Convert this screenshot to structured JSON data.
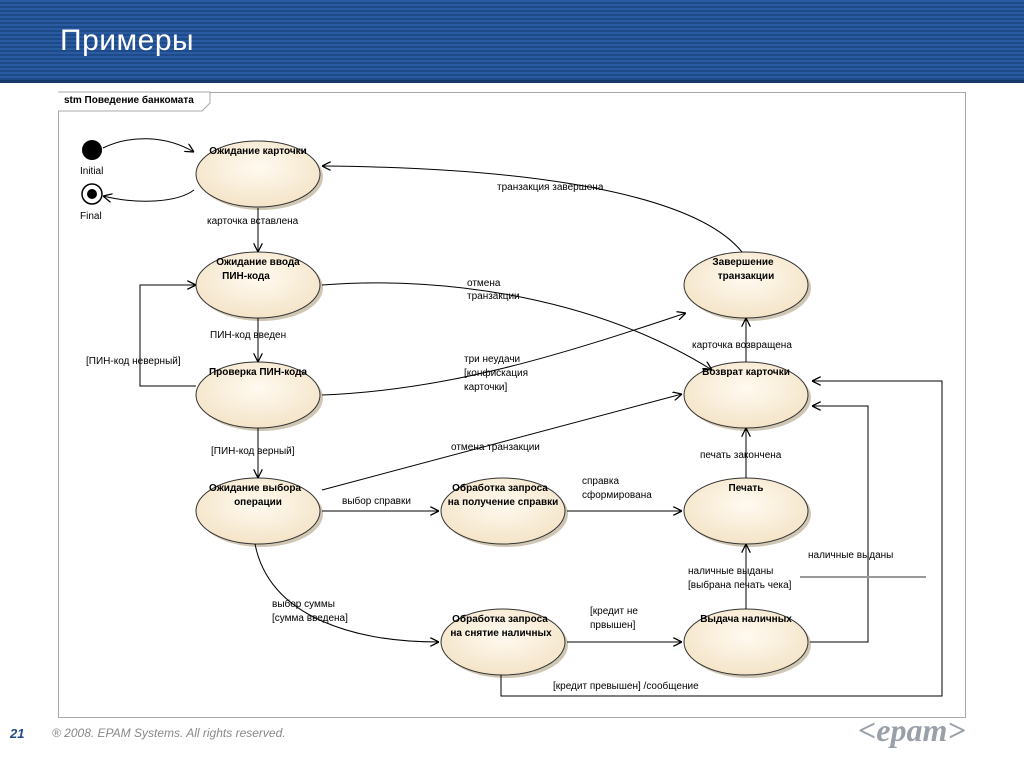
{
  "slide": {
    "title": "Примеры",
    "page_number": "21",
    "copyright": "® 2008. EPAM Systems. All rights reserved.",
    "logo_text": "<epam>"
  },
  "diagram": {
    "frame_label": "stm Поведение банкомата",
    "pseudostates": {
      "initial": "Initial",
      "final": "Final"
    },
    "states": {
      "wait_card": [
        "Ожидание карточки"
      ],
      "wait_pin": [
        "Ожидание ввода",
        "ПИН-кода"
      ],
      "check_pin": [
        "Проверка ПИН-кода"
      ],
      "wait_op": [
        "Ожидание выбора",
        "операции"
      ],
      "proc_help": [
        "Обработка запроса",
        "на получение справки"
      ],
      "proc_cash": [
        "Обработка запроса",
        "на снятие наличных"
      ],
      "finish": [
        "Завершение",
        "транзакции"
      ],
      "return_card": [
        "Возврат карточки"
      ],
      "print": [
        "Печать"
      ],
      "issue_cash": [
        "Выдача наличных"
      ]
    },
    "transitions": {
      "tx_done": [
        "транзакция завершена"
      ],
      "card_inserted": [
        "карточка вставлена"
      ],
      "cancel_tx": [
        "отмена",
        "транзакции"
      ],
      "pin_entered": [
        "ПИН-код введен"
      ],
      "pin_wrong": [
        "[ПИН-код неверный]"
      ],
      "three_fails": [
        "три неудачи",
        "[конфискация",
        "карточки]"
      ],
      "pin_ok": [
        "[ПИН-код верный]"
      ],
      "cancel_tx2": [
        "отмена транзакции"
      ],
      "card_returned": [
        "карточка возвращена"
      ],
      "print_done": [
        "печать закончена"
      ],
      "help_select": [
        "выбор справки"
      ],
      "help_formed": [
        "справка",
        "сформирована"
      ],
      "cash_issued_print": [
        "наличные выданы",
        "[выбрана печать чека]"
      ],
      "cash_issued": [
        "наличные выданы"
      ],
      "sum_select": [
        "выбор суммы",
        "[сумма введена]"
      ],
      "credit_ok": [
        "[кредит не",
        "првышен]"
      ],
      "credit_exceeded": [
        "[кредит  превышен] /сообщение"
      ]
    }
  }
}
